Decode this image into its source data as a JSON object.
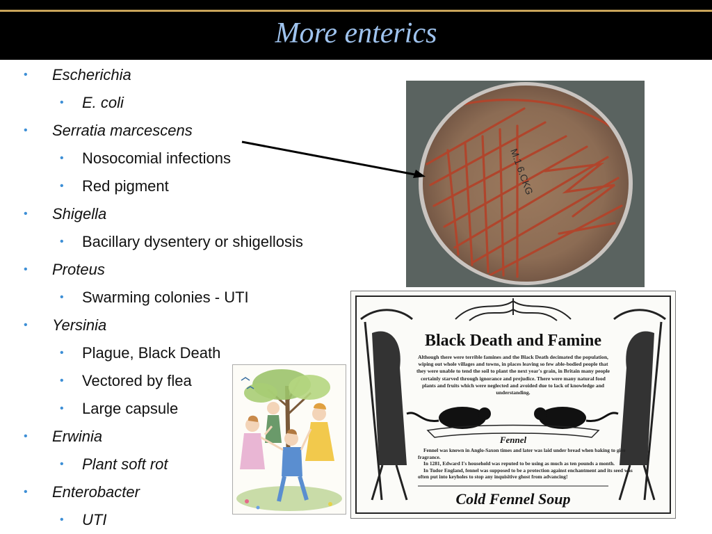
{
  "slide": {
    "title": "More enterics",
    "bullets": [
      {
        "level": 1,
        "text": "Escherichia",
        "italic": true
      },
      {
        "level": 2,
        "text": "E. coli",
        "italic": true
      },
      {
        "level": 1,
        "text": "Serratia marcescens",
        "italic": true
      },
      {
        "level": 2,
        "text": "Nosocomial infections",
        "italic": false
      },
      {
        "level": 2,
        "text": "Red pigment",
        "italic": false
      },
      {
        "level": 1,
        "text": "Shigella",
        "italic": true
      },
      {
        "level": 2,
        "text": "Bacillary dysentery or shigellosis",
        "italic": false
      },
      {
        "level": 1,
        "text": "Proteus",
        "italic": true
      },
      {
        "level": 2,
        "text": "Swarming colonies - UTI",
        "italic": false
      },
      {
        "level": 1,
        "text": "Yersinia",
        "italic": true
      },
      {
        "level": 2,
        "text": "Plague, Black Death",
        "italic": false
      },
      {
        "level": 2,
        "text": "Vectored by flea",
        "italic": false
      },
      {
        "level": 2,
        "text": "Large capsule",
        "italic": false
      },
      {
        "level": 1,
        "text": "Erwinia",
        "italic": true
      },
      {
        "level": 2,
        "text": "Plant soft rot",
        "italic": true
      },
      {
        "level": 1,
        "text": "Enterobacter",
        "italic": true
      },
      {
        "level": 2,
        "text": "UTI",
        "italic": true
      }
    ]
  },
  "colors": {
    "title_bar": "#000000",
    "title_text": "#9fc3ee",
    "accent_rule": "#c9a45a",
    "bullet": "#3d8fd6",
    "pigment": "#b0452c"
  },
  "plate_photo": {
    "label": "M.1 6.CKG"
  },
  "poster": {
    "title": "Black Death and Famine",
    "paragraph": "Although there were terrible famines and the Black Death decimated the population, wiping out whole villages and towns, in places leaving so few able-bodied people that they were unable to tend the soil to plant the next year's grain, in Britain many people certainly starved through ignorance and prejudice. There were many natural food plants and fruits which were neglected and avoided due to lack of knowledge and understanding.",
    "subheading": "Fennel",
    "notes": [
      "Fennel was known in Anglo-Saxon times and later was laid under bread when baking to give fragrance.",
      "In 1281, Edward I's household was reputed to be using as much as ten pounds a month.",
      "In Tudor England, fennel was supposed to be a protection against enchantment and its seed was often put into keyholes to stop any inquisitive ghost from advancing!"
    ],
    "bottom_title": "Cold Fennel Soup"
  }
}
